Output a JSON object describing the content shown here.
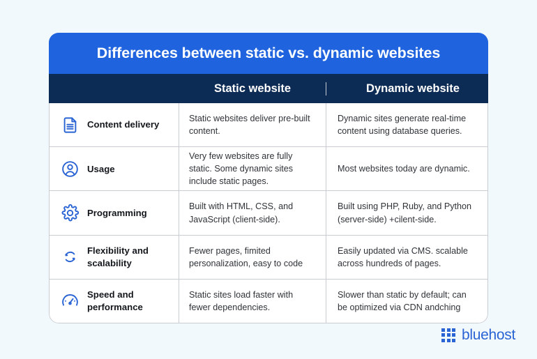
{
  "colors": {
    "page_background": "#f2f9fc",
    "title_bar": "#1f63de",
    "column_header_bar": "#0d2c55",
    "icon_blue": "#2a64d4",
    "brand_blue": "#2a64d4",
    "border": "#c9ccd2"
  },
  "table": {
    "title": "Differences between static vs. dynamic websites",
    "columns": {
      "feature": "",
      "static": "Static website",
      "dynamic": "Dynamic website"
    },
    "rows": [
      {
        "icon": "document-icon",
        "feature": "Content delivery",
        "static": "Static websites deliver pre-built content.",
        "dynamic": "Dynamic sites generate real-time content using database queries."
      },
      {
        "icon": "user-circle-icon",
        "feature": "Usage",
        "static": "Very few websites are fully static. Some dynamic sites include static pages.",
        "dynamic": "Most websites today are dynamic."
      },
      {
        "icon": "gear-icon",
        "feature": "Programming",
        "static": "Built with HTML, CSS, and JavaScript (client-side).",
        "dynamic": "Built using PHP, Ruby, and Python (server-side) +cilent-side."
      },
      {
        "icon": "refresh-sync-icon",
        "feature": "Flexibility and scalability",
        "static": "Fewer pages, fimited personalization,  easy to code",
        "dynamic": "Easily updated via CMS. scalable across hundreds of pages."
      },
      {
        "icon": "speedometer-icon",
        "feature": "Speed and performance",
        "static": "Static sites load faster with fewer dependencies.",
        "dynamic": "Slower than static by default; can be optimized via CDN andching"
      }
    ]
  },
  "brand": {
    "icon": "grid-squares-icon",
    "name": "bluehost"
  }
}
